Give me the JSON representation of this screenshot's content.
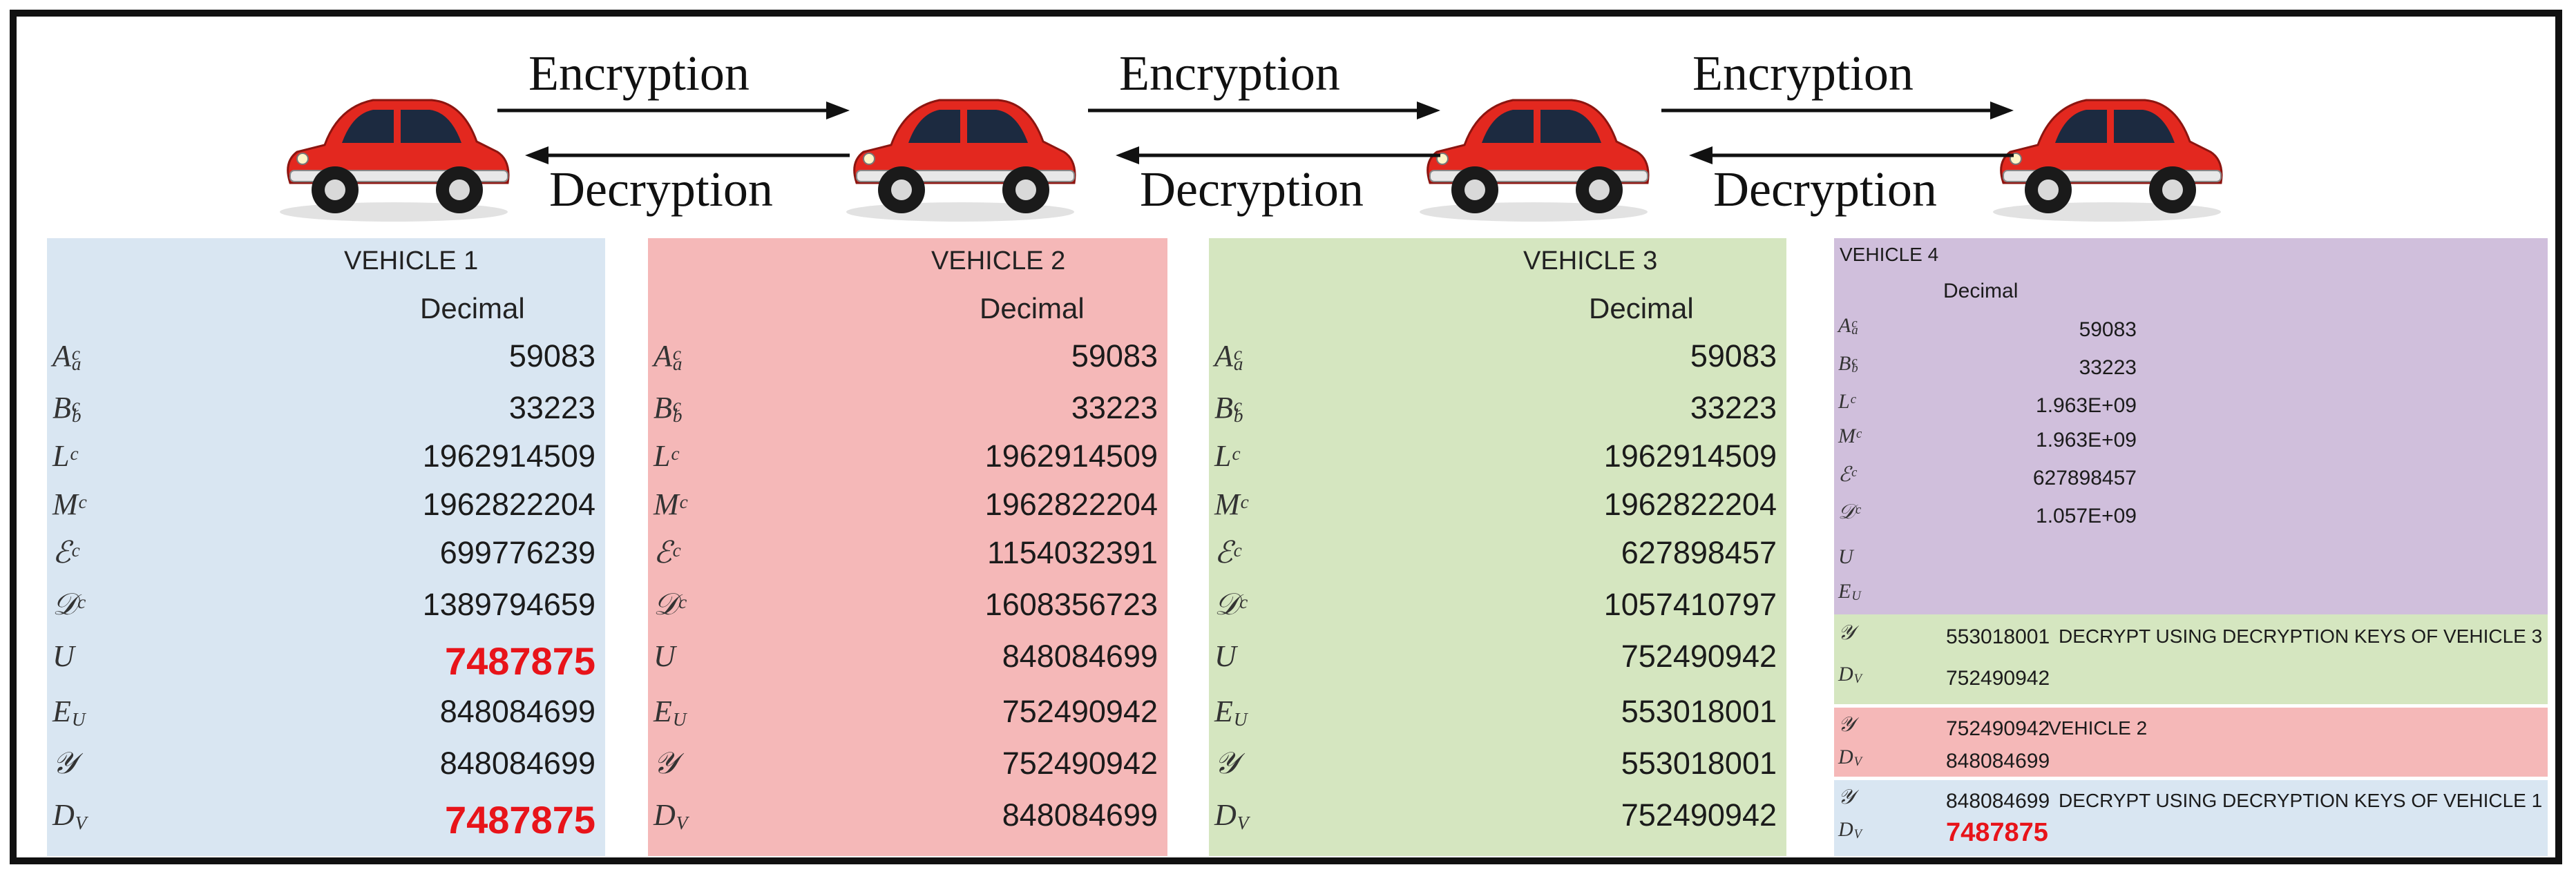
{
  "diagram": {
    "arrows": [
      {
        "top": "Encryption",
        "bottom": "Decryption"
      },
      {
        "top": "Encryption",
        "bottom": "Decryption"
      },
      {
        "top": "Encryption",
        "bottom": "Decryption"
      }
    ],
    "car_count": 4,
    "car_color": "#e3281f"
  },
  "symbols": [
    "A_a^c",
    "B_b^c",
    "L^c",
    "M^c",
    "E^c",
    "D^c",
    "U",
    "E_U",
    "Y",
    "D_V"
  ],
  "vehicles": [
    {
      "title": "VEHICLE 1",
      "unit": "Decimal",
      "bg": "#d9e6f2",
      "rows": [
        {
          "sym": "A",
          "sub": "a",
          "sup": "c",
          "value": "59083"
        },
        {
          "sym": "B",
          "sub": "b",
          "sup": "c",
          "value": "33223"
        },
        {
          "sym": "L",
          "sub": "",
          "sup": "c",
          "value": "1962914509"
        },
        {
          "sym": "M",
          "sub": "",
          "sup": "c",
          "value": "1962822204"
        },
        {
          "sym": "ℰ",
          "sub": "",
          "sup": "c",
          "value": "699776239"
        },
        {
          "sym": "𝒟",
          "sub": "",
          "sup": "c",
          "value": "1389794659"
        },
        {
          "sym": "U",
          "sub": "",
          "sup": "",
          "value": "7487875",
          "highlight": true
        },
        {
          "sym": "E",
          "sub": "U",
          "sup": "",
          "value": "848084699"
        },
        {
          "sym": "𝒴",
          "sub": "",
          "sup": "",
          "value": "848084699"
        },
        {
          "sym": "D",
          "sub": "V",
          "sup": "",
          "value": "7487875",
          "highlight": true
        }
      ]
    },
    {
      "title": "VEHICLE 2",
      "unit": "Decimal",
      "bg": "#f5b8b8",
      "rows": [
        {
          "sym": "A",
          "sub": "a",
          "sup": "c",
          "value": "59083"
        },
        {
          "sym": "B",
          "sub": "b",
          "sup": "c",
          "value": "33223"
        },
        {
          "sym": "L",
          "sub": "",
          "sup": "c",
          "value": "1962914509"
        },
        {
          "sym": "M",
          "sub": "",
          "sup": "c",
          "value": "1962822204"
        },
        {
          "sym": "ℰ",
          "sub": "",
          "sup": "c",
          "value": "1154032391"
        },
        {
          "sym": "𝒟",
          "sub": "",
          "sup": "c",
          "value": "1608356723"
        },
        {
          "sym": "U",
          "sub": "",
          "sup": "",
          "value": "848084699"
        },
        {
          "sym": "E",
          "sub": "U",
          "sup": "",
          "value": "752490942"
        },
        {
          "sym": "𝒴",
          "sub": "",
          "sup": "",
          "value": "752490942"
        },
        {
          "sym": "D",
          "sub": "V",
          "sup": "",
          "value": "848084699"
        }
      ]
    },
    {
      "title": "VEHICLE 3",
      "unit": "Decimal",
      "bg": "#d5e6c0",
      "rows": [
        {
          "sym": "A",
          "sub": "a",
          "sup": "c",
          "value": "59083"
        },
        {
          "sym": "B",
          "sub": "b",
          "sup": "c",
          "value": "33223"
        },
        {
          "sym": "L",
          "sub": "",
          "sup": "c",
          "value": "1962914509"
        },
        {
          "sym": "M",
          "sub": "",
          "sup": "c",
          "value": "1962822204"
        },
        {
          "sym": "ℰ",
          "sub": "",
          "sup": "c",
          "value": "627898457"
        },
        {
          "sym": "𝒟",
          "sub": "",
          "sup": "c",
          "value": "1057410797"
        },
        {
          "sym": "U",
          "sub": "",
          "sup": "",
          "value": "752490942"
        },
        {
          "sym": "E",
          "sub": "U",
          "sup": "",
          "value": "553018001"
        },
        {
          "sym": "𝒴",
          "sub": "",
          "sup": "",
          "value": "553018001"
        },
        {
          "sym": "D",
          "sub": "V",
          "sup": "",
          "value": "752490942"
        }
      ]
    }
  ],
  "vehicle4": {
    "title": "VEHICLE 4",
    "unit": "Decimal",
    "bg_top": "#d0bfdc",
    "rows_top": [
      {
        "sym": "A",
        "sub": "a",
        "sup": "c",
        "value": "59083"
      },
      {
        "sym": "B",
        "sub": "b",
        "sup": "c",
        "value": "33223"
      },
      {
        "sym": "L",
        "sub": "",
        "sup": "c",
        "value": "1.963E+09"
      },
      {
        "sym": "M",
        "sub": "",
        "sup": "c",
        "value": "1.963E+09"
      },
      {
        "sym": "ℰ",
        "sub": "",
        "sup": "c",
        "value": "627898457"
      },
      {
        "sym": "𝒟",
        "sub": "",
        "sup": "c",
        "value": "1.057E+09"
      },
      {
        "sym": "U",
        "sub": "",
        "sup": "",
        "value": ""
      },
      {
        "sym": "E",
        "sub": "U",
        "sup": "",
        "value": ""
      }
    ],
    "bands": [
      {
        "bg": "#d5e6c0",
        "rows": [
          {
            "sym": "𝒴",
            "sub": "",
            "value": "553018001",
            "note": "DECRYPT USING DECRYPTION KEYS OF VEHICLE 3"
          },
          {
            "sym": "D",
            "sub": "V",
            "value": "752490942",
            "note": ""
          }
        ]
      },
      {
        "bg": "#f5b8b8",
        "rows": [
          {
            "sym": "𝒴",
            "sub": "",
            "value": "752490942",
            "note": "VEHICLE 2"
          },
          {
            "sym": "D",
            "sub": "V",
            "value": "848084699",
            "note": ""
          }
        ]
      },
      {
        "bg": "#d9e6f2",
        "rows": [
          {
            "sym": "𝒴",
            "sub": "",
            "value": "848084699",
            "note": "DECRYPT USING DECRYPTION KEYS OF VEHICLE 1"
          },
          {
            "sym": "D",
            "sub": "V",
            "value": "7487875",
            "note": "",
            "highlight": true
          }
        ]
      }
    ]
  }
}
